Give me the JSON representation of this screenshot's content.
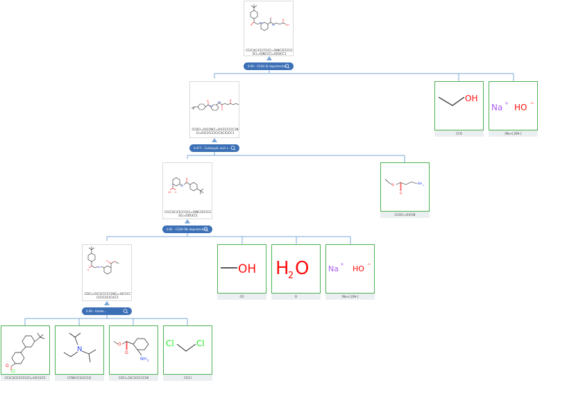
{
  "colors": {
    "link": "#7aa7d8",
    "reaction_badge": "#3b6fb6",
    "starting_material_border": "#4caf50",
    "hetero_O": "#ff0d0d",
    "hetero_N": "#3050f8",
    "halogen_Cl": "#1ff01f",
    "sodium": "#ab5cf2"
  },
  "product": {
    "smiles": "CC(C)(C)C1CCC(C(=O)NC2CCCCC2C(=O)NCCC(=O)O)CC1",
    "reaction": "0.90 - CO2H Et deprotection"
  },
  "intermediates": [
    {
      "smiles": "CCOC(=O)CCNC(=O)C1CCCCC1NC(=O)C1CCC(C(C)(C)C)CC1",
      "reaction": "0.977 - Carboxylic acid + ..."
    },
    {
      "smiles": "CC(C)(C)C1CCC(C(=O)NC2CCCCC2C(=O)O)CC1",
      "reaction": "0.81 - CO2H Me deprotection"
    },
    {
      "smiles": "COC(=O)C1CCCCC1NC(=O)C1CCC(C(C)(C)C)CC1",
      "reaction": "0.90 - Amide..."
    }
  ],
  "starting_materials": [
    {
      "smiles": "CCO"
    },
    {
      "smiles": "[Na+].[OH-]",
      "ion1": "Na",
      "ion2": "HO",
      "plus": "+",
      "minus": "−"
    },
    {
      "smiles": "CCOC(=O)CCN"
    },
    {
      "smiles": "CO",
      "label": "OH"
    },
    {
      "smiles": "O",
      "h": "H",
      "two": "2",
      "o": "O"
    },
    {
      "smiles": "[Na+].[OH-]",
      "ion1": "Na",
      "ion2": "HO",
      "plus": "+",
      "minus": "−"
    },
    {
      "smiles": "CC(C)(C)C1CCC(C(=O)Cl)CC1"
    },
    {
      "smiles": "CCN(C(C)C)C(C)C"
    },
    {
      "smiles": "COC(=O)C1CCCCC1N"
    },
    {
      "smiles": "ClCCl"
    }
  ],
  "atoms": {
    "O": "O",
    "OH": "OH",
    "N": "N",
    "NH": "NH",
    "NH2": "NH",
    "Cl": "Cl",
    "two": "2"
  },
  "icons": {
    "reaction_search": "search-icon"
  }
}
